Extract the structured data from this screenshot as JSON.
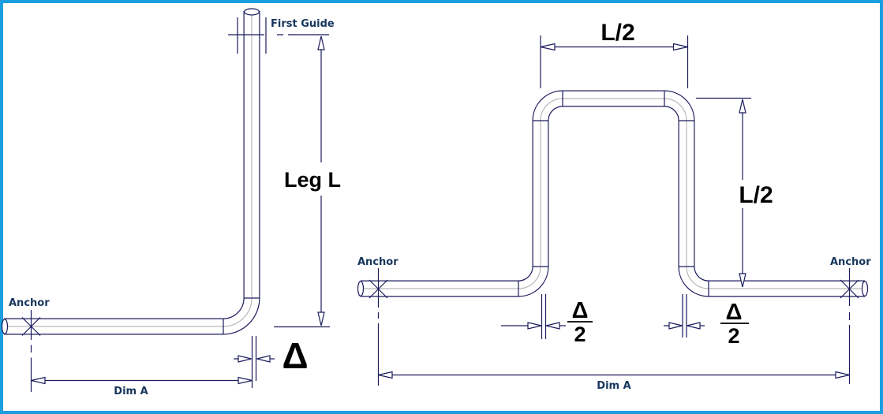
{
  "colors": {
    "border": "#1b9fe0",
    "line": "#1b1b5e",
    "label": "#17365d",
    "dimension_text": "#000000",
    "pipe_centerline": "#b8b8b8"
  },
  "left_figure": {
    "first_guide_label": "First Guide",
    "leg_length_label": "Leg L",
    "anchor_label": "Anchor",
    "dim_a_label": "Dim A",
    "deflection_label": "Δ"
  },
  "right_figure": {
    "top_span_label": "L/2",
    "right_span_label": "L/2",
    "left_anchor_label": "Anchor",
    "right_anchor_label": "Anchor",
    "dim_a_label": "Dim A",
    "left_deflection": {
      "numerator": "Δ",
      "denominator": "2"
    },
    "right_deflection": {
      "numerator": "Δ",
      "denominator": "2"
    }
  }
}
